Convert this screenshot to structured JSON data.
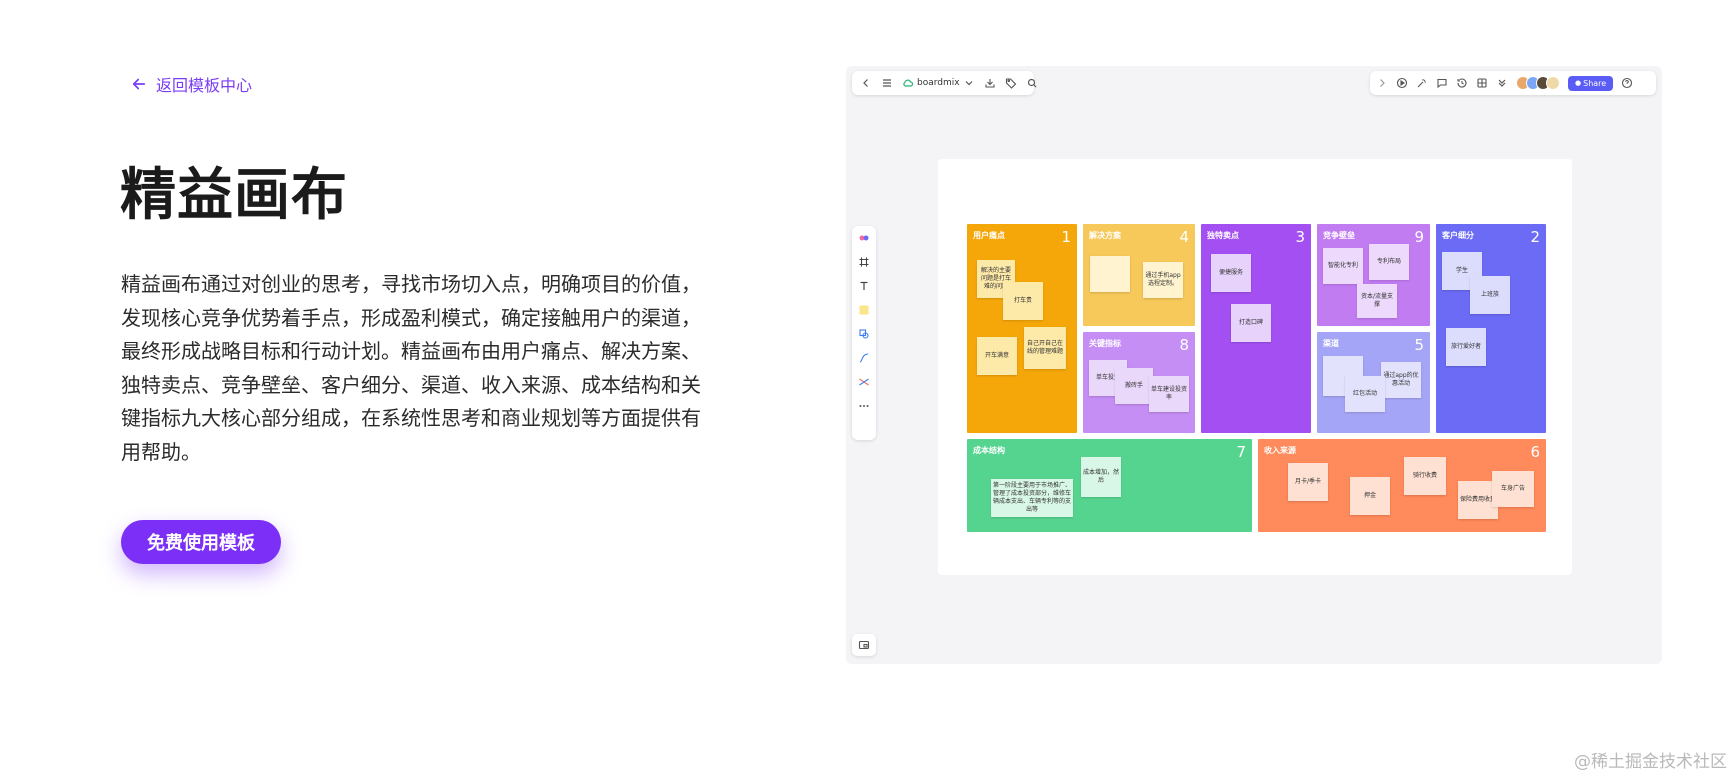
{
  "back": {
    "label": "返回模板中心"
  },
  "title": "精益画布",
  "description": "精益画布通过对创业的思考，寻找市场切入点，明确项目的价值，发现核心竞争优势着手点，形成盈利模式，确定接触用户的渠道，最终形成战略目标和行动计划。精益画布由用户痛点、解决方案、独特卖点、竞争壁垒、客户细分、渠道、收入来源、成本结构和关键指标九大核心部分组成，在系统性思考和商业规划等方面提供有用帮助。",
  "cta": {
    "label": "免费使用模板"
  },
  "board": {
    "brand": "boardmix",
    "share_label": "Share",
    "colors": {
      "problem": "#f5a70a",
      "solution": "#f7c85a",
      "key_metrics": "#c48ef5",
      "uvp": "#a34ff2",
      "unfair": "#c27cf2",
      "channels": "#a5a5f7",
      "segments": "#6b6bf6",
      "cost": "#55d490",
      "revenue": "#ff8a5c"
    },
    "cells": {
      "problem": {
        "title": "用户痛点",
        "number": "1"
      },
      "solution": {
        "title": "解决方案",
        "number": "4"
      },
      "uvp": {
        "title": "独特卖点",
        "number": "3"
      },
      "unfair": {
        "title": "竞争壁垒",
        "number": "9"
      },
      "segments": {
        "title": "客户细分",
        "number": "2"
      },
      "key_metrics": {
        "title": "关键指标",
        "number": "8"
      },
      "channels": {
        "title": "渠道",
        "number": "5"
      },
      "cost": {
        "title": "成本结构",
        "number": "7"
      },
      "revenue": {
        "title": "收入来源",
        "number": "6"
      }
    },
    "notes": {
      "problem": [
        "解决的主要问题是打车难的问题",
        "打车贵",
        "开车满意",
        "自己开自己在线的管理难题"
      ],
      "solution": [
        "通过手机app选程定制。"
      ],
      "uvp": [
        "便捷服务",
        "打造口碑"
      ],
      "unfair": [
        "智能化专利",
        "专利布局",
        "资本/流量支撑"
      ],
      "segments": [
        "学生",
        "上班族",
        "旅行爱好者"
      ],
      "key_metrics": [
        "单车投资",
        "搬砖手",
        "单车建设投资率"
      ],
      "channels": [
        "通过app的优惠活动",
        "红包活动"
      ],
      "cost": [
        "第一阶段主要用于市场推广、管理了成本投资部分，维修车辆成本支出、车辆专利等的支出等",
        "成本增加，然后"
      ],
      "revenue": [
        "押金",
        "月卡/季卡",
        "骑行收费",
        "车身广告",
        "保险费用收费"
      ]
    }
  },
  "watermark": "@稀土掘金技术社区"
}
